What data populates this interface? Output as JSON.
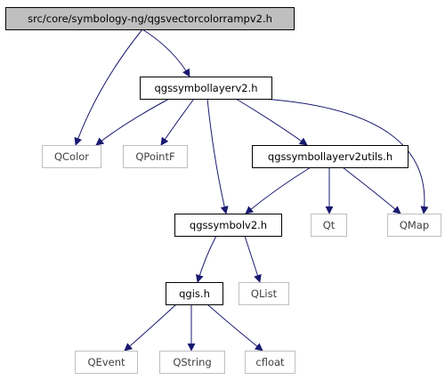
{
  "graph": {
    "nodes": [
      {
        "id": "root",
        "label": "src/core/symbology-ng/qgsvectorcolorrampv2.h",
        "style": "root"
      },
      {
        "id": "symlayer",
        "label": "qgssymbollayerv2.h",
        "style": "file"
      },
      {
        "id": "qcolor",
        "label": "QColor",
        "style": "external"
      },
      {
        "id": "qpointf",
        "label": "QPointF",
        "style": "external"
      },
      {
        "id": "utils",
        "label": "qgssymbollayerv2utils.h",
        "style": "file"
      },
      {
        "id": "symbol",
        "label": "qgssymbolv2.h",
        "style": "file"
      },
      {
        "id": "qt",
        "label": "Qt",
        "style": "external"
      },
      {
        "id": "qmap",
        "label": "QMap",
        "style": "external"
      },
      {
        "id": "qgis",
        "label": "qgis.h",
        "style": "file"
      },
      {
        "id": "qlist",
        "label": "QList",
        "style": "external"
      },
      {
        "id": "qevent",
        "label": "QEvent",
        "style": "external"
      },
      {
        "id": "qstring",
        "label": "QString",
        "style": "external"
      },
      {
        "id": "cfloat",
        "label": "cfloat",
        "style": "external"
      }
    ],
    "edges": [
      {
        "from": "root",
        "to": "symlayer"
      },
      {
        "from": "root",
        "to": "qcolor"
      },
      {
        "from": "symlayer",
        "to": "qcolor"
      },
      {
        "from": "symlayer",
        "to": "qpointf"
      },
      {
        "from": "symlayer",
        "to": "utils"
      },
      {
        "from": "symlayer",
        "to": "symbol"
      },
      {
        "from": "symlayer",
        "to": "qmap"
      },
      {
        "from": "utils",
        "to": "symbol"
      },
      {
        "from": "utils",
        "to": "qt"
      },
      {
        "from": "utils",
        "to": "qmap"
      },
      {
        "from": "symbol",
        "to": "qgis"
      },
      {
        "from": "symbol",
        "to": "qlist"
      },
      {
        "from": "qgis",
        "to": "qevent"
      },
      {
        "from": "qgis",
        "to": "qstring"
      },
      {
        "from": "qgis",
        "to": "cfloat"
      }
    ],
    "colors": {
      "root_fill": "#bfbfbf",
      "file_border": "#000000",
      "external_border": "#bfbfbf",
      "external_text": "#404040",
      "edge": "#191970"
    }
  }
}
